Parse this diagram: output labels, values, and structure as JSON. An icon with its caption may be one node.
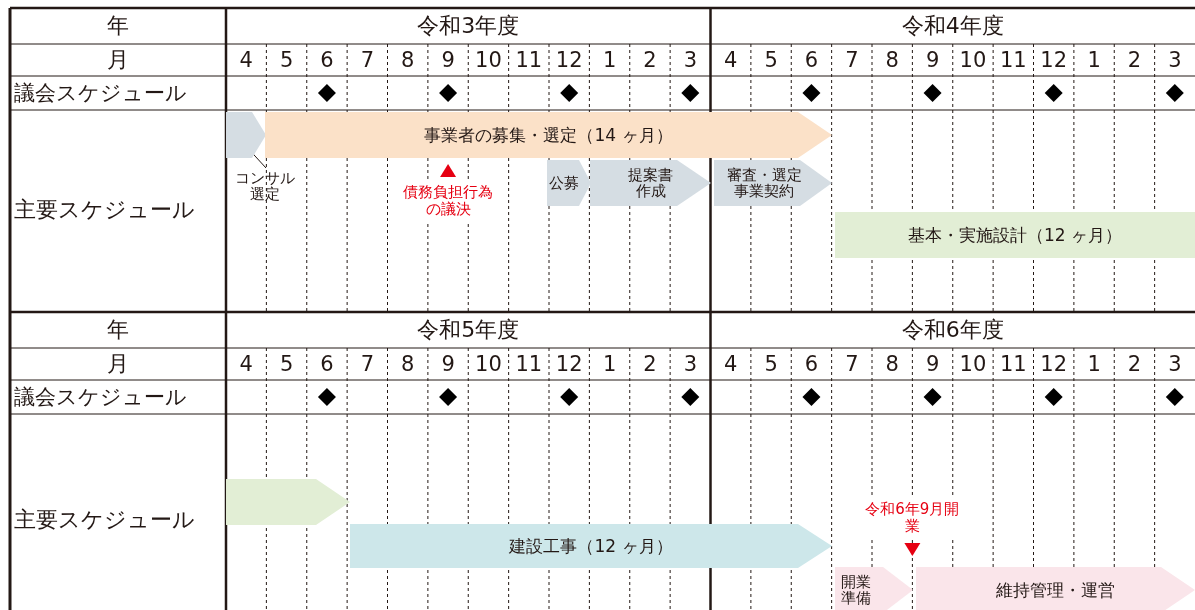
{
  "diagram": {
    "nodes": [
      {
        "text": [],
        "shape": "arrow"
      },
      {
        "text": [
          "事業者の募集・選定（14 ヶ月）"
        ]
      },
      {
        "text": [
          "コンサル選定"
        ]
      },
      {
        "text": [
          "公募"
        ]
      },
      {
        "text": [
          "提案書作成"
        ]
      },
      {
        "text": [
          "審査・選定事業契約"
        ]
      },
      {
        "text": [
          "基本・実施設計（12 ヶ月）"
        ]
      },
      {
        "text": [],
        "shape": "arrow"
      },
      {
        "text": [
          "建設工事（12 ヶ月）"
        ]
      },
      {
        "text": [
          "開業準備"
        ]
      },
      {
        "text": [
          "維持管理・運営"
        ]
      }
    ],
    "edges": [
      {
        "from": 2,
        "to": 0,
        "arrow": "none"
      }
    ],
    "labels": [
      "年",
      "令和3年度",
      "令和4年度",
      "月",
      "4",
      "5",
      "6",
      "7",
      "8",
      "9",
      "10",
      "11",
      "12",
      "1",
      "2",
      "3",
      "4",
      "5",
      "6",
      "7",
      "8",
      "9",
      "10",
      "11",
      "12",
      "1",
      "2",
      "3",
      "議会スケジュール",
      "主要スケジュール",
      "債務負担行為の議決",
      "年",
      "令和5年度",
      "令和6年度",
      "月",
      "4",
      "5",
      "6",
      "7",
      "8",
      "9",
      "10",
      "11",
      "12",
      "1",
      "2",
      "3",
      "4",
      "5",
      "6",
      "7",
      "8",
      "9",
      "10",
      "11",
      "12",
      "1",
      "2",
      "3",
      "議会スケジュール",
      "主要スケジュール",
      "令和6年9月開業"
    ]
  }
}
